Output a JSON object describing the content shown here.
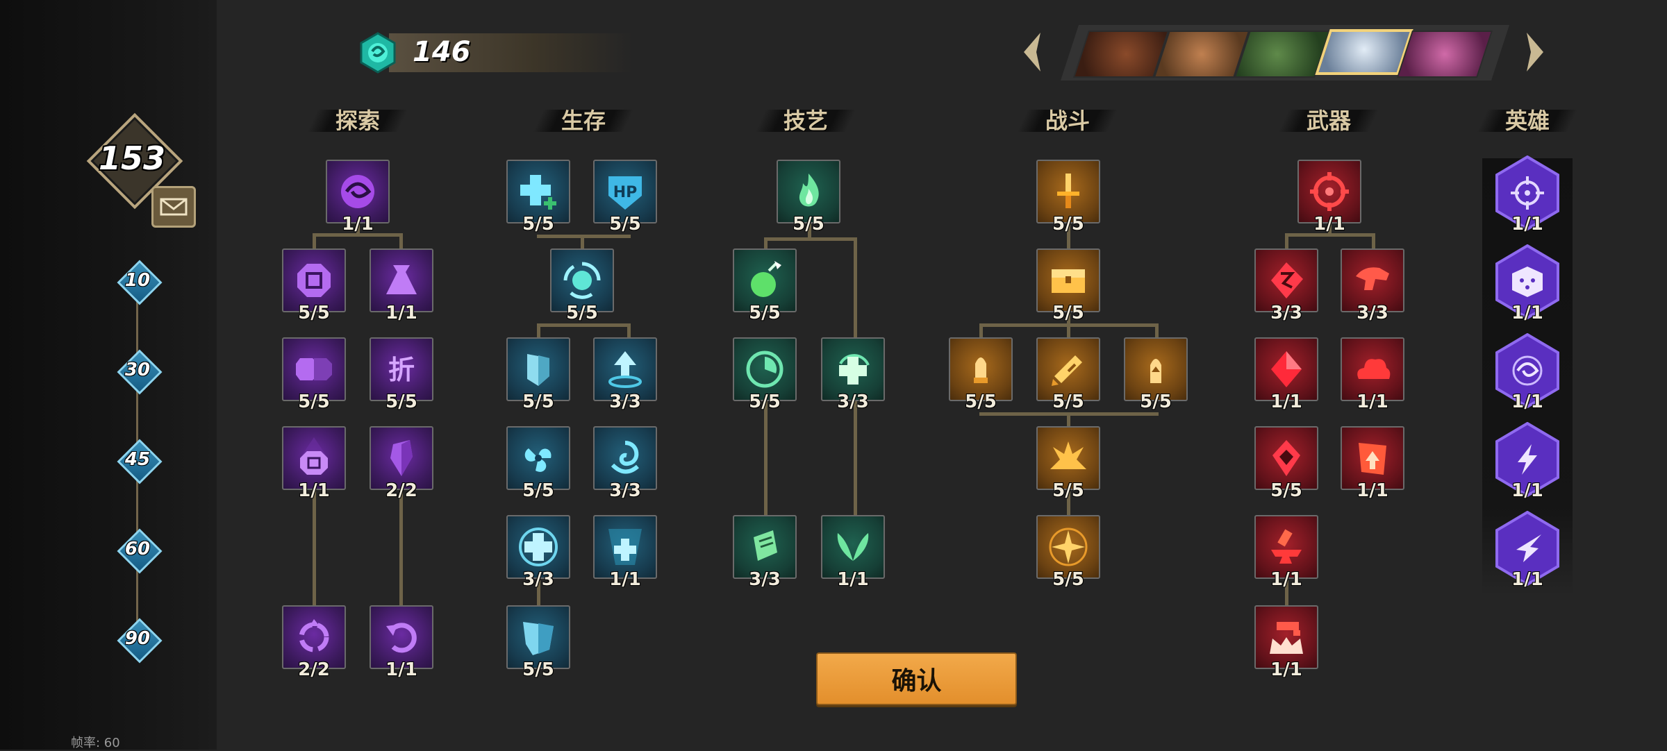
{
  "player": {
    "level": "153"
  },
  "currency": {
    "value": "146",
    "color": "#2fd6c2"
  },
  "milestones": [
    "10",
    "30",
    "45",
    "60",
    "90"
  ],
  "fps_label": "帧率: 60",
  "confirm_label": "确认",
  "categories": {
    "explore": "探索",
    "survive": "生存",
    "craft": "技艺",
    "combat": "战斗",
    "weapon": "武器",
    "hero": "英雄"
  },
  "nodes": {
    "explore": [
      {
        "icon": "swirl-orb-icon",
        "count": "1/1"
      },
      {
        "icon": "octagon-coin-icon",
        "count": "5/5"
      },
      {
        "icon": "pouch-icon",
        "count": "1/1"
      },
      {
        "icon": "double-coin-icon",
        "count": "5/5"
      },
      {
        "icon": "discount-icon",
        "count": "5/5",
        "glyph": "折"
      },
      {
        "icon": "coin-glow-icon",
        "count": "1/1"
      },
      {
        "icon": "crystal-shard-icon",
        "count": "2/2"
      },
      {
        "icon": "refresh-cycle-icon",
        "count": "2/2"
      },
      {
        "icon": "return-arrow-icon",
        "count": "1/1"
      }
    ],
    "survive": [
      {
        "icon": "heal-plus-icon",
        "count": "5/5"
      },
      {
        "icon": "hp-shield-icon",
        "count": "5/5"
      },
      {
        "icon": "orb-cycle-icon",
        "count": "5/5"
      },
      {
        "icon": "shield-icon",
        "count": "5/5"
      },
      {
        "icon": "jump-up-icon",
        "count": "3/3"
      },
      {
        "icon": "spiral-icon",
        "count": "5/5"
      },
      {
        "icon": "vortex-icon",
        "count": "3/3"
      },
      {
        "icon": "circle-plus-icon",
        "count": "3/3"
      },
      {
        "icon": "beam-plus-icon",
        "count": "1/1"
      },
      {
        "icon": "armor-plate-icon",
        "count": "5/5"
      }
    ],
    "craft": [
      {
        "icon": "green-flame-icon",
        "count": "5/5"
      },
      {
        "icon": "potion-bomb-icon",
        "count": "5/5"
      },
      {
        "icon": "timer-icon",
        "count": "5/5"
      },
      {
        "icon": "regen-plus-icon",
        "count": "3/3"
      },
      {
        "icon": "scroll-icon",
        "count": "3/3"
      },
      {
        "icon": "wings-icon",
        "count": "1/1"
      }
    ],
    "combat": [
      {
        "icon": "sword-icon",
        "count": "5/5"
      },
      {
        "icon": "chest-icon",
        "count": "5/5"
      },
      {
        "icon": "bullet-icon",
        "count": "5/5"
      },
      {
        "icon": "reload-icon",
        "count": "5/5"
      },
      {
        "icon": "bullet-up-icon",
        "count": "5/5"
      },
      {
        "icon": "explosion-icon",
        "count": "5/5"
      },
      {
        "icon": "star-burst-icon",
        "count": "5/5"
      }
    ],
    "weapon": [
      {
        "icon": "crosshair-icon",
        "count": "1/1"
      },
      {
        "icon": "rune-icon",
        "count": "3/3"
      },
      {
        "icon": "pistol-icon",
        "count": "3/3"
      },
      {
        "icon": "red-gem-icon",
        "count": "1/1"
      },
      {
        "icon": "cloud-icon",
        "count": "1/1"
      },
      {
        "icon": "gem-pointer-icon",
        "count": "5/5"
      },
      {
        "icon": "upgrade-scroll-icon",
        "count": "1/1"
      },
      {
        "icon": "anvil-hammer-icon",
        "count": "1/1"
      },
      {
        "icon": "crown-gun-icon",
        "count": "1/1"
      }
    ],
    "hero": [
      {
        "icon": "target-icon",
        "count": "1/1"
      },
      {
        "icon": "dice-icon",
        "count": "1/1"
      },
      {
        "icon": "spin-orb-icon",
        "count": "1/1"
      },
      {
        "icon": "lightning-icon",
        "count": "1/1"
      },
      {
        "icon": "dash-burst-icon",
        "count": "1/1"
      }
    ]
  },
  "heroes": [
    {
      "name": "hero-portrait-1",
      "color": "#6b3a22"
    },
    {
      "name": "hero-portrait-2",
      "color": "#a86a3a"
    },
    {
      "name": "hero-portrait-3",
      "color": "#3f6a3a"
    },
    {
      "name": "hero-portrait-4",
      "color": "#9fb3c8",
      "selected": true
    },
    {
      "name": "hero-portrait-5",
      "color": "#b04a8a"
    }
  ]
}
